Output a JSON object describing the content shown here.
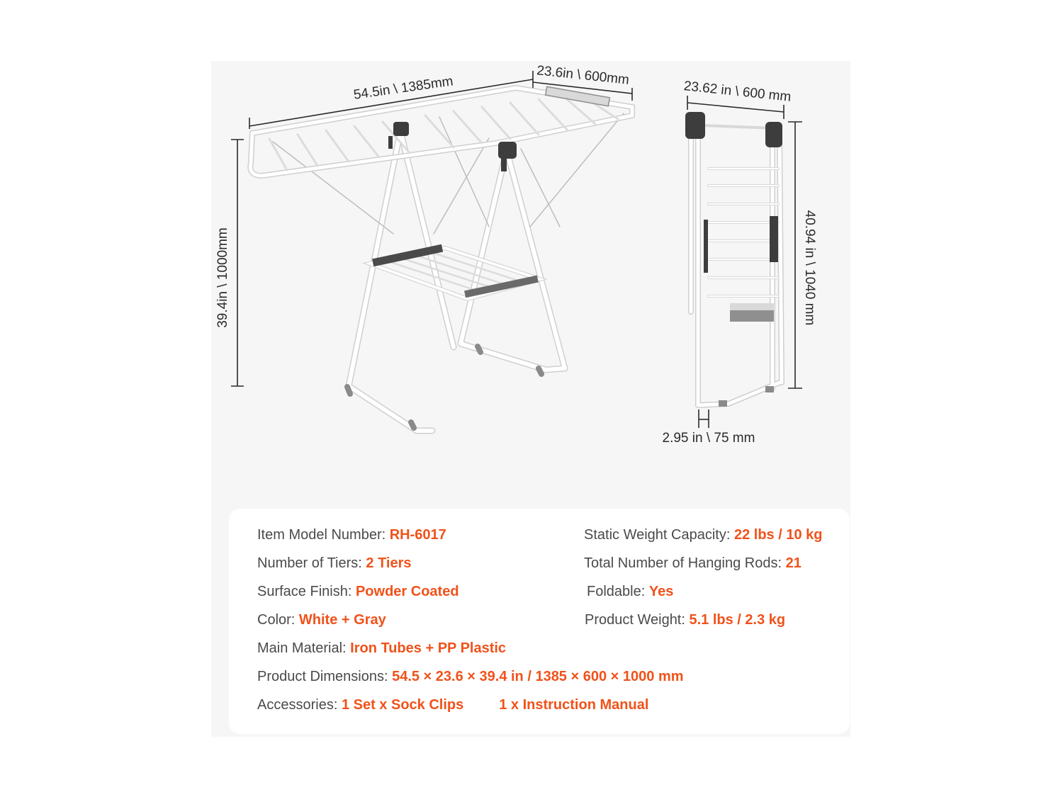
{
  "dimensions": {
    "length": "54.5in \\ 1385mm",
    "width": "23.6in \\ 600mm",
    "height": "39.4in \\ 1000mm",
    "folded_width": "23.62 in \\ 600 mm",
    "folded_height": "40.94 in \\ 1040 mm",
    "folded_depth": "2.95 in \\ 75 mm"
  },
  "specs": {
    "model_label": "Item Model Number: ",
    "model_value": "RH-6017",
    "tiers_label": "Number of Tiers: ",
    "tiers_value": "2 Tiers",
    "finish_label": "Surface Finish: ",
    "finish_value": "Powder Coated",
    "color_label": "Color: ",
    "color_value": "White + Gray",
    "material_label": "Main Material: ",
    "material_value": "Iron Tubes + PP Plastic",
    "dimensions_label": "Product Dimensions: ",
    "dimensions_value": "54.5 × 23.6 × 39.4 in / 1385 × 600 × 1000 mm",
    "accessories_label": "Accessories: ",
    "accessories_value1": "1 Set x Sock Clips",
    "accessories_value2": "1 x Instruction Manual",
    "capacity_label": "Static Weight Capacity: ",
    "capacity_value": "22 lbs / 10 kg",
    "rods_label": "Total Number of Hanging Rods: ",
    "rods_value": "21",
    "foldable_label": "Foldable: ",
    "foldable_value": "Yes",
    "weight_label": "Product Weight: ",
    "weight_value": "5.1 lbs / 2.3 kg"
  },
  "colors": {
    "accent": "#f0521a",
    "frame": "#ffffff",
    "joint": "#3d3d3d",
    "panel": "#f6f6f6"
  }
}
